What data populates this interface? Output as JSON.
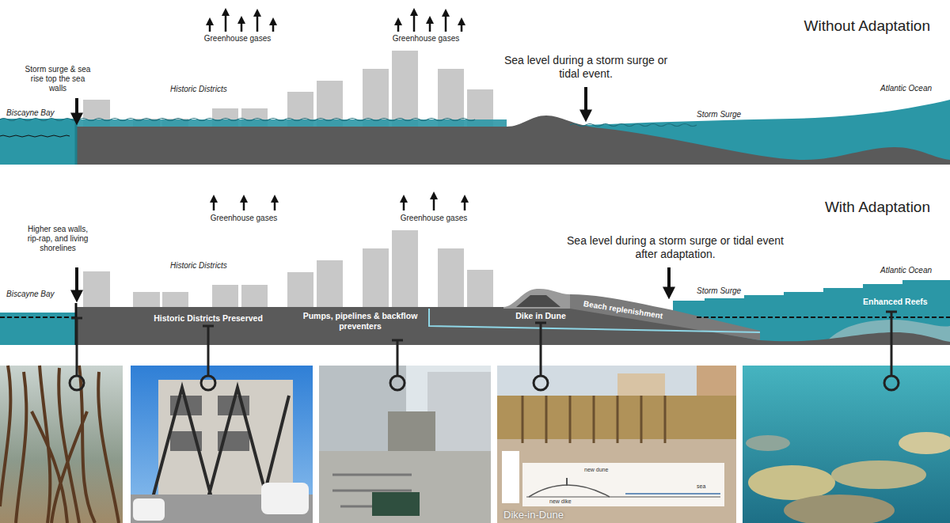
{
  "diagram": {
    "labels": [
      "Greenhouse gases",
      "Greenhouse gases",
      "Without Adaptation",
      "Storm surge & sea rise top the sea walls",
      "Historic Districts",
      "Biscayne Bay",
      "Sea level during a storm surge or tidal event.",
      "Storm Surge",
      "Atlantic Ocean",
      "Greenhouse gases",
      "Greenhouse gases",
      "With Adaptation",
      "Higher sea walls, rip-rap, and living shorelines",
      "Historic Districts",
      "Biscayne Bay",
      "Historic Districts Preserved",
      "Pumps, pipelines & backflow preventers",
      "Dike in Dune",
      "Beach replenishment",
      "Sea level during a storm surge or tidal event after adaptation.",
      "Storm Surge",
      "Atlantic Ocean",
      "Enhanced Reefs",
      "Dike-in-Dune",
      "new dike",
      "new dune",
      "sea"
    ]
  }
}
